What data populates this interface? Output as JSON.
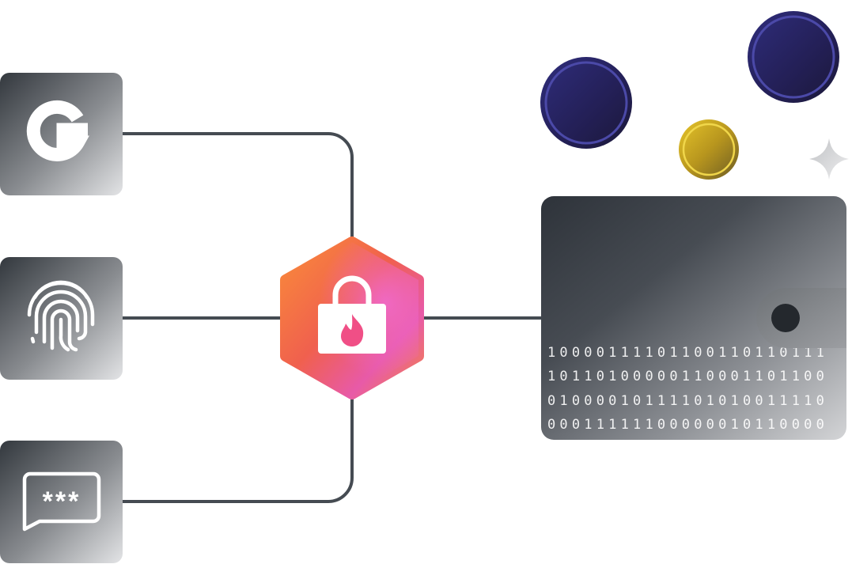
{
  "diagram": {
    "auth_methods": [
      {
        "name": "google",
        "icon": "google-g-icon",
        "label": "G"
      },
      {
        "name": "biometric",
        "icon": "fingerprint-icon"
      },
      {
        "name": "passcode",
        "icon": "password-chat-icon",
        "label": "***"
      }
    ],
    "hub": {
      "icon": "lock-with-flame-icon"
    },
    "wallet": {
      "icon": "wallet-icon",
      "binary_lines": [
        "10000111101100110110111",
        "10110100000110001101100",
        "01000010111101010011110",
        "00011111100000010110000"
      ]
    },
    "coins": [
      {
        "name": "coin-navy-left",
        "icon": "coin-icon",
        "color": "#2b2a6b"
      },
      {
        "name": "coin-navy-right",
        "icon": "coin-icon",
        "color": "#2b2a6b"
      },
      {
        "name": "coin-gold",
        "icon": "coin-icon",
        "color": "#c9a825"
      }
    ],
    "decoration": {
      "icon": "sparkle-icon"
    },
    "colors": {
      "connector": "#454b52",
      "tile_dark": "#3a3f45",
      "tile_light": "#d9dadc",
      "hub_orange": "#f26b3a",
      "hub_pink": "#e85aa8",
      "wallet_dark": "#2f343b",
      "wallet_light": "#c8cacc"
    }
  }
}
